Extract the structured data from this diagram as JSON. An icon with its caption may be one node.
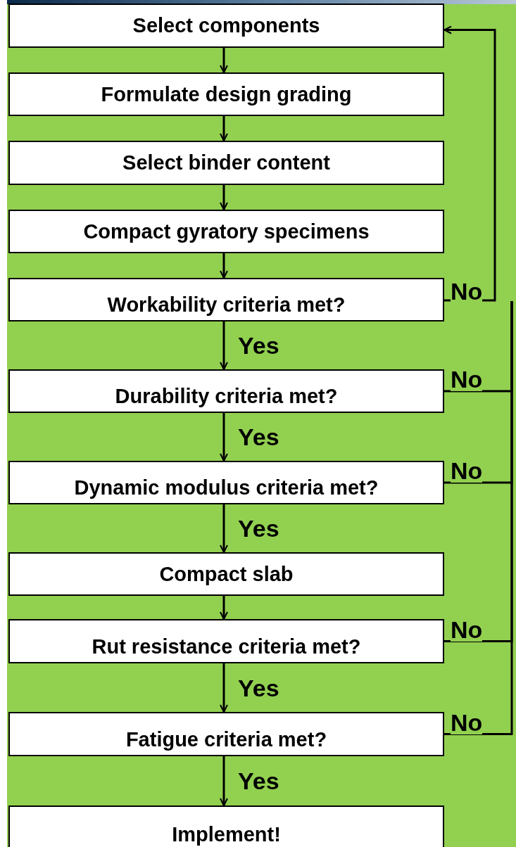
{
  "diagram": {
    "nodes": [
      {
        "text": [
          "Select components"
        ]
      },
      {
        "text": [
          "Formulate design grading"
        ]
      },
      {
        "text": [
          "Select binder content"
        ]
      },
      {
        "text": [
          "Compact gyratory specimens"
        ]
      },
      {
        "text": [
          "Workability criteria met?"
        ]
      },
      {
        "text": [
          "Durability criteria met?"
        ]
      },
      {
        "text": [
          "Dynamic modulus criteria met?"
        ]
      },
      {
        "text": [
          "Compact slab"
        ]
      },
      {
        "text": [
          "Rut resistance criteria met?"
        ]
      },
      {
        "text": [
          "Fatigue criteria met?"
        ]
      },
      {
        "text": [
          "Implement!"
        ]
      }
    ],
    "edges": [
      {
        "from": 0,
        "to": 1,
        "arrow": "to"
      },
      {
        "from": 1,
        "to": 2,
        "arrow": "to"
      },
      {
        "from": 2,
        "to": 3,
        "arrow": "to"
      },
      {
        "from": 3,
        "to": 4,
        "arrow": "to"
      },
      {
        "from": 4,
        "to": 5,
        "arrow": "to",
        "label": "Yes"
      },
      {
        "from": 4,
        "to": 0,
        "arrow": "to",
        "label": "No"
      },
      {
        "from": 5,
        "to": 6,
        "arrow": "to",
        "label": "Yes"
      },
      {
        "from": 5,
        "to": null,
        "arrow": "none",
        "label": "No"
      },
      {
        "from": 6,
        "to": 7,
        "arrow": "to",
        "label": "Yes"
      },
      {
        "from": 6,
        "to": null,
        "arrow": "none",
        "label": "No"
      },
      {
        "from": 7,
        "to": 8,
        "arrow": "to"
      },
      {
        "from": 8,
        "to": 9,
        "arrow": "to",
        "label": "Yes"
      },
      {
        "from": 8,
        "to": null,
        "arrow": "none",
        "label": "No"
      },
      {
        "from": 9,
        "to": 10,
        "arrow": "to",
        "label": "Yes"
      },
      {
        "from": 9,
        "to": null,
        "arrow": "none",
        "label": "No"
      }
    ]
  }
}
